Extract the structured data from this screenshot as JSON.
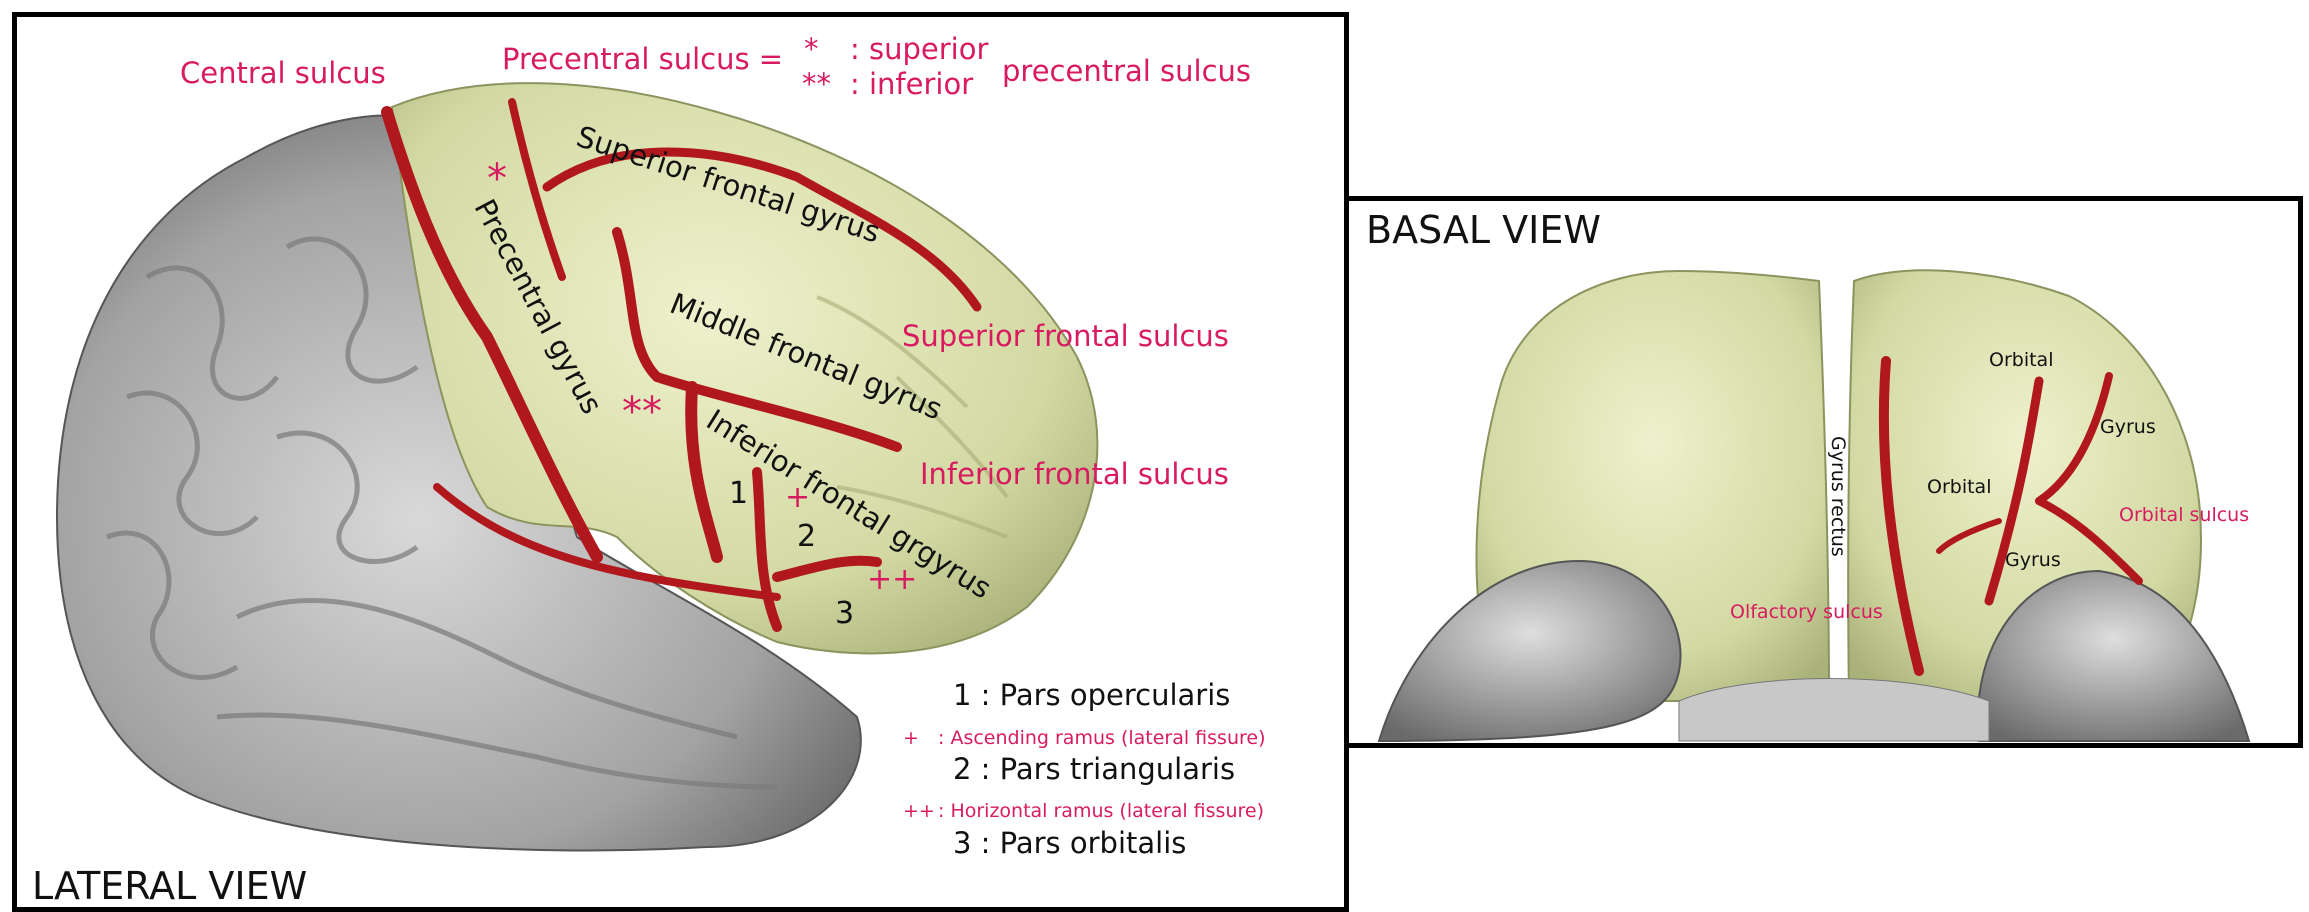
{
  "colors": {
    "sulcus": "#b0181e",
    "label_pink": "#d81b60",
    "gyrus_fill": "#d6dca8",
    "brain_gray": "#a8a8a8"
  },
  "lateral": {
    "view_label": "LATERAL VIEW",
    "central_sulcus": "Central sulcus",
    "precentral_sulcus": "Precentral sulcus =",
    "star_single": "*",
    "star_double": "**",
    "superior_suffix": ": superior",
    "inferior_suffix": ": inferior",
    "precentral_sulcus_tail": "precentral sulcus",
    "superior_frontal_gyrus": "Superior frontal gyrus",
    "precentral_gyrus": "Precentral gyrus",
    "middle_frontal_gyrus": "Middle frontal gyrus",
    "superior_frontal_sulcus": "Superior frontal sulcus",
    "inferior_frontal_gyrus": "Inferior frontal grgyrus",
    "inferior_frontal_sulcus": "Inferior frontal sulcus",
    "mark_star": "*",
    "mark_double_star": "**",
    "num_1": "1",
    "num_2": "2",
    "num_3": "3",
    "mark_plus": "+",
    "mark_double_plus": "++",
    "legend": {
      "l1": "1 : Pars opercularis",
      "plus_sym": "+",
      "plus_text": ": Ascending ramus (lateral fissure)",
      "l2": "2 : Pars triangularis",
      "dplus_sym": "++",
      "dplus_text": ": Horizontal ramus (lateral fissure)",
      "l3": "3 : Pars orbitalis"
    }
  },
  "basal": {
    "view_label": "BASAL VIEW",
    "orbital_top": "Orbital",
    "gyrus_right": "Gyrus",
    "orbital_left": "Orbital",
    "orbital_sulcus": "Orbital sulcus",
    "gyrus_bottom": "Gyrus",
    "gyrus_rectus": "Gyrus rectus",
    "olfactory_sulcus": "Olfactory sulcus"
  }
}
